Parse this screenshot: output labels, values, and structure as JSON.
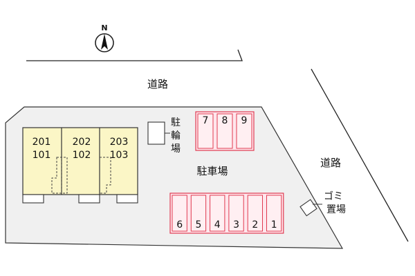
{
  "compass": {
    "letter": "N"
  },
  "roads": {
    "north_label": "道路",
    "east_label": "道路"
  },
  "units": {
    "upper": [
      "201",
      "202",
      "203"
    ],
    "lower": [
      "101",
      "102",
      "103"
    ]
  },
  "bicycle_parking": {
    "chars": [
      "駐",
      "輪",
      "場"
    ]
  },
  "parking": {
    "label": "駐車場",
    "top_row": [
      "7",
      "8",
      "9"
    ],
    "bottom_row": [
      "6",
      "5",
      "4",
      "3",
      "2",
      "1"
    ]
  },
  "garbage": {
    "line1": "ゴミ",
    "line2": "置場"
  },
  "colors": {
    "lot": "#f0f0f0",
    "building": "#fbf6c6",
    "parking_fill": "#ffe6ec",
    "parking_stroke": "#e03a50",
    "outline": "#333333"
  }
}
